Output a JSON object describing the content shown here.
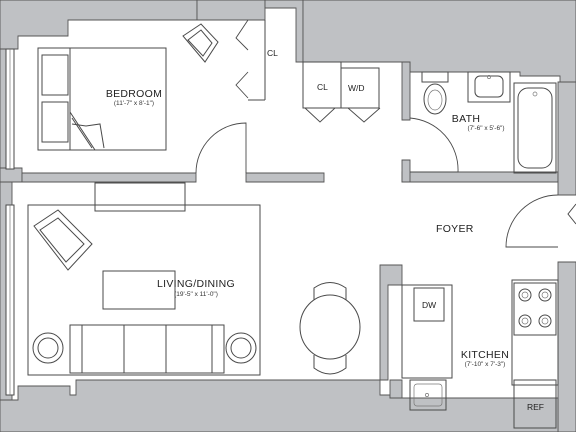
{
  "rooms": {
    "bedroom": {
      "name": "BEDROOM",
      "dims": "(11'-7\" x 8'-1\")"
    },
    "bath": {
      "name": "BATH",
      "dims": "(7'-6\" x 5'-6\")"
    },
    "foyer": {
      "name": "FOYER"
    },
    "living": {
      "name": "LIVING/DINING",
      "dims": "(19'-5\" x 11'-0\")"
    },
    "kitchen": {
      "name": "KITCHEN",
      "dims": "(7'-10\" x 7'-3\")"
    }
  },
  "labels": {
    "closet_bedroom": "CL",
    "closet_hall": "CL",
    "washer_dryer": "W/D",
    "dishwasher": "DW",
    "refrigerator": "REF"
  }
}
